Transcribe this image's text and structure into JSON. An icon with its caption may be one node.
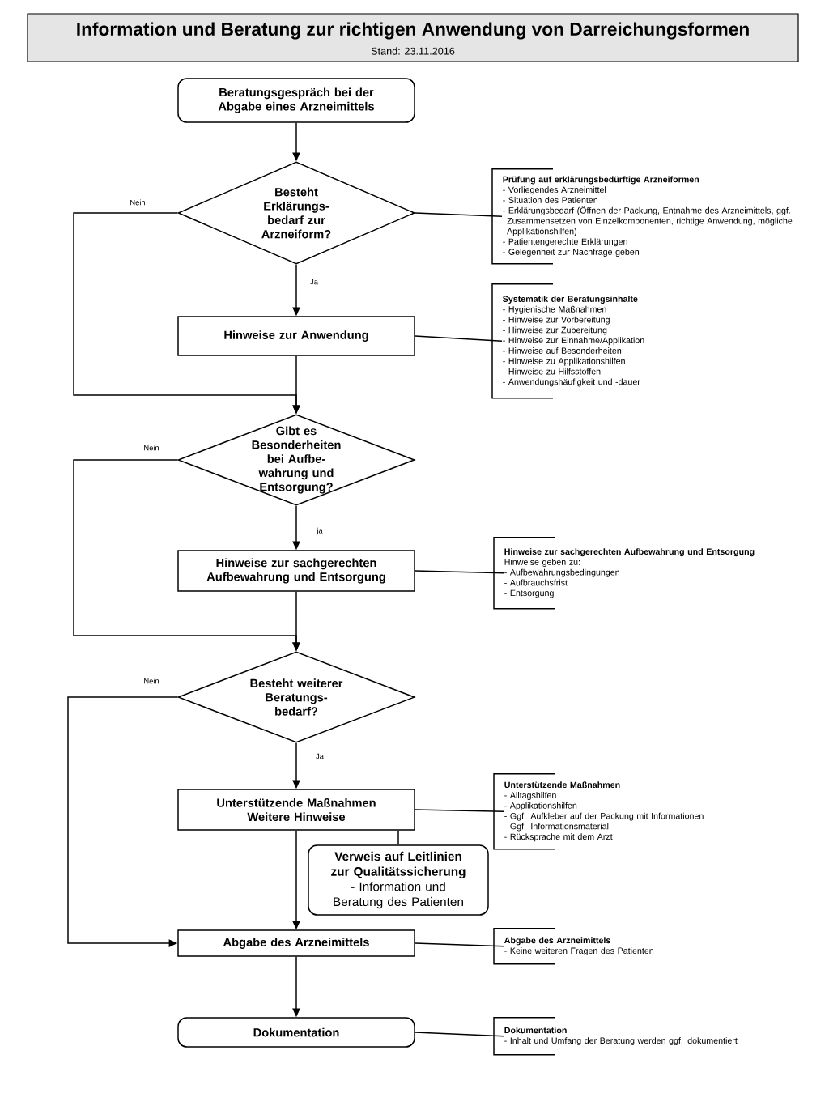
{
  "diagram": {
    "title": "Information und Beratung zur richtigen Anwendung von Darreichungsformen",
    "nodes": [
      {
        "text": [
          "Beratungsgespräch bei der Abgabe eines Arzneimittels"
        ]
      },
      {
        "text": [
          "Besteht Erklärungs- bedarf zur Arzneiform?"
        ]
      },
      {
        "text": [
          "Hinweise zur Anwendung"
        ]
      },
      {
        "text": [
          "Gibt es Besonderheiten bei Aufbe- wahrung und Entsorgung?"
        ]
      },
      {
        "text": [
          "Hinweise zur sachgerechten Aufbewahrung und Entsorgung"
        ]
      },
      {
        "text": [
          "Besteht weiterer Beratungs- bedarf?"
        ]
      },
      {
        "text": [
          "Unterstützende Maßnahmen",
          "Weitere Hinweise"
        ]
      },
      {
        "text": [
          "Verweis auf Leitlinien zur Qualitätssicherung",
          "- Information und Beratung des Patienten"
        ]
      },
      {
        "text": [
          "Abgabe des Arzneimittels"
        ]
      },
      {
        "text": [
          "Dokumentation"
        ]
      },
      {
        "text": [
          "Prüfung auf erklärungsbedürftige Arzneiformen",
          "- Vorliegendes Arzneimittel",
          "- Situation des Patienten",
          "- Erklärungsbedarf (Öffnen der Packung, Entnahme des Arzneimittels, ggf. Zusammensetzen von Einzelkomponenten, richtige Anwendung, mögliche Applikationshilfen)",
          "- Patientengerechte Erklärungen",
          "- Gelegenheit zur Nachfrage geben"
        ]
      },
      {
        "text": [
          "Systematik der Beratungsinhalte",
          "- Hygienische Maßnahmen",
          "- Hinweise zur Vorbereitung",
          "- Hinweise zur Zubereitung",
          "- Hinweise zur Einnahme/Applikation",
          "- Hinweise auf Besonderheiten",
          "- Hinweise zu Applikationshilfen",
          "- Hinweise zu Hilfsstoffen",
          "- Anwendungshäufigkeit und -dauer"
        ]
      },
      {
        "text": [
          "Hinweise zur sachgerechten Aufbewahrung und Entsorgung",
          "Hinweise geben zu:",
          "- Aufbewahrungsbedingungen",
          "- Aufbrauchsfrist",
          "- Entsorgung"
        ]
      },
      {
        "text": [
          "Unterstützende Maßnahmen",
          "- Alltagshilfen",
          "- Applikationshilfen",
          "- Ggf. Aufkleber auf der Packung mit Informationen",
          "- Ggf. Informationsmaterial",
          "- Rücksprache mit dem Arzt"
        ]
      },
      {
        "text": [
          "Abgabe des Arzneimittels",
          "- Keine weiteren Fragen des Patienten"
        ]
      },
      {
        "text": [
          "Dokumentation",
          "- Inhalt und Umfang der Beratung werden ggf. dokumentiert"
        ]
      }
    ],
    "edges": [
      {
        "from": 0,
        "to": 1,
        "arrow": "to"
      },
      {
        "from": 1,
        "to": 2,
        "arrow": "to",
        "label": "Ja"
      },
      {
        "from": 1,
        "to": 3,
        "arrow": "to",
        "label": "Nein"
      },
      {
        "from": 2,
        "to": 3,
        "arrow": "to"
      },
      {
        "from": 3,
        "to": 4,
        "arrow": "to",
        "label": "ja"
      },
      {
        "from": 3,
        "to": 5,
        "arrow": "to",
        "label": "Nein"
      },
      {
        "from": 4,
        "to": 5,
        "arrow": "to"
      },
      {
        "from": 5,
        "to": 6,
        "arrow": "to",
        "label": "Ja"
      },
      {
        "from": 5,
        "to": 8,
        "arrow": "to",
        "label": "Nein"
      },
      {
        "from": 6,
        "to": 8,
        "arrow": "to"
      },
      {
        "from": 6,
        "to": 7,
        "arrow": "none"
      },
      {
        "from": 8,
        "to": 9,
        "arrow": "to"
      },
      {
        "from": 1,
        "to": 10,
        "arrow": "none"
      },
      {
        "from": 2,
        "to": 11,
        "arrow": "none"
      },
      {
        "from": 4,
        "to": 12,
        "arrow": "none"
      },
      {
        "from": 6,
        "to": 13,
        "arrow": "none"
      },
      {
        "from": 8,
        "to": 14,
        "arrow": "none"
      },
      {
        "from": 9,
        "to": 15,
        "arrow": "none"
      }
    ],
    "labels": [
      "Stand: 23.11.2016"
    ]
  }
}
